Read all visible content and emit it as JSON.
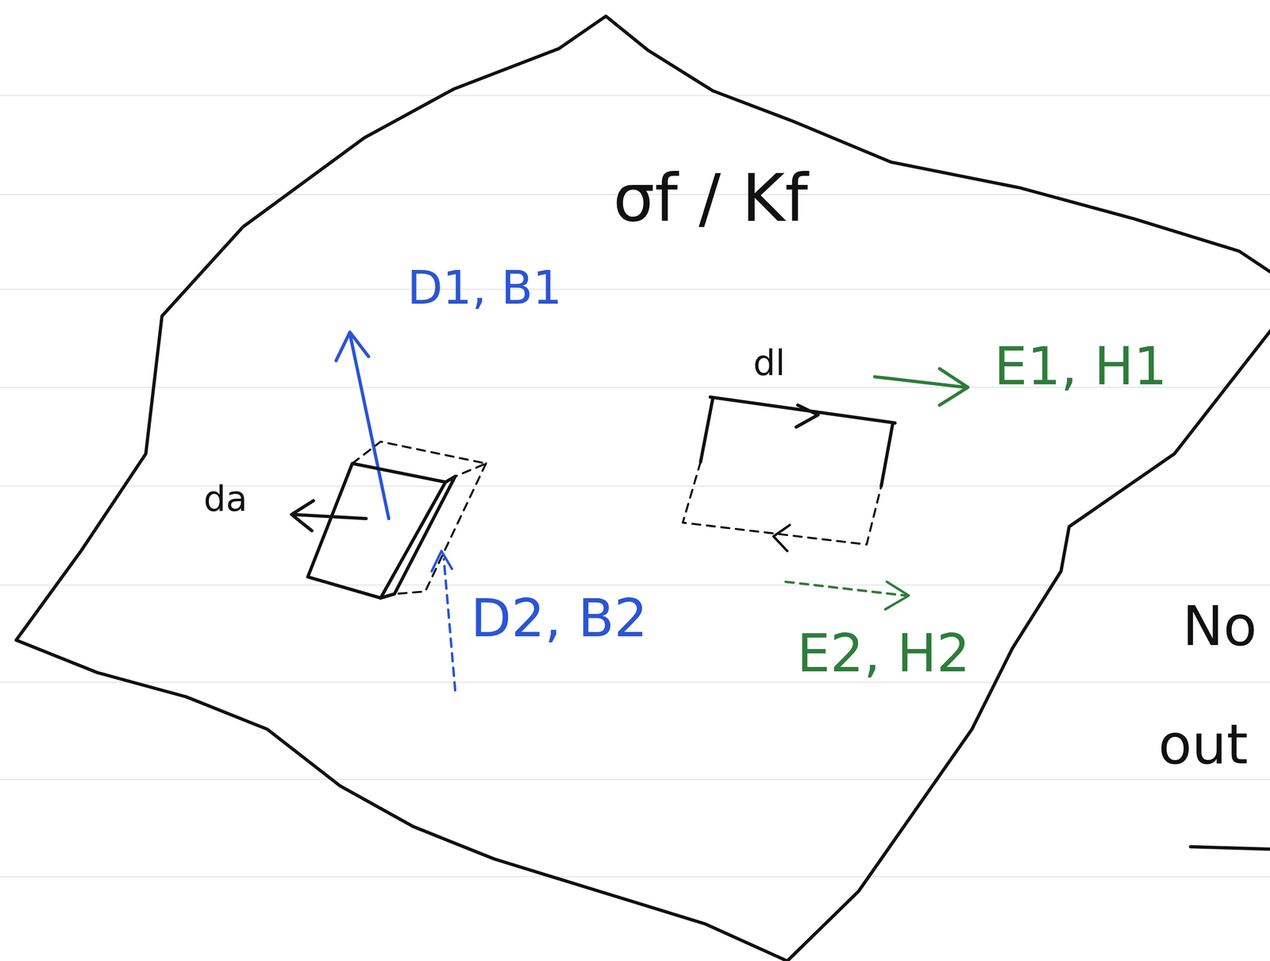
{
  "diagram": {
    "labels": [
      "σf / Kf",
      "D1, B1",
      "da",
      "dl",
      "E1, H1",
      "D2, B2",
      "E2, H2",
      "No",
      "out"
    ]
  }
}
